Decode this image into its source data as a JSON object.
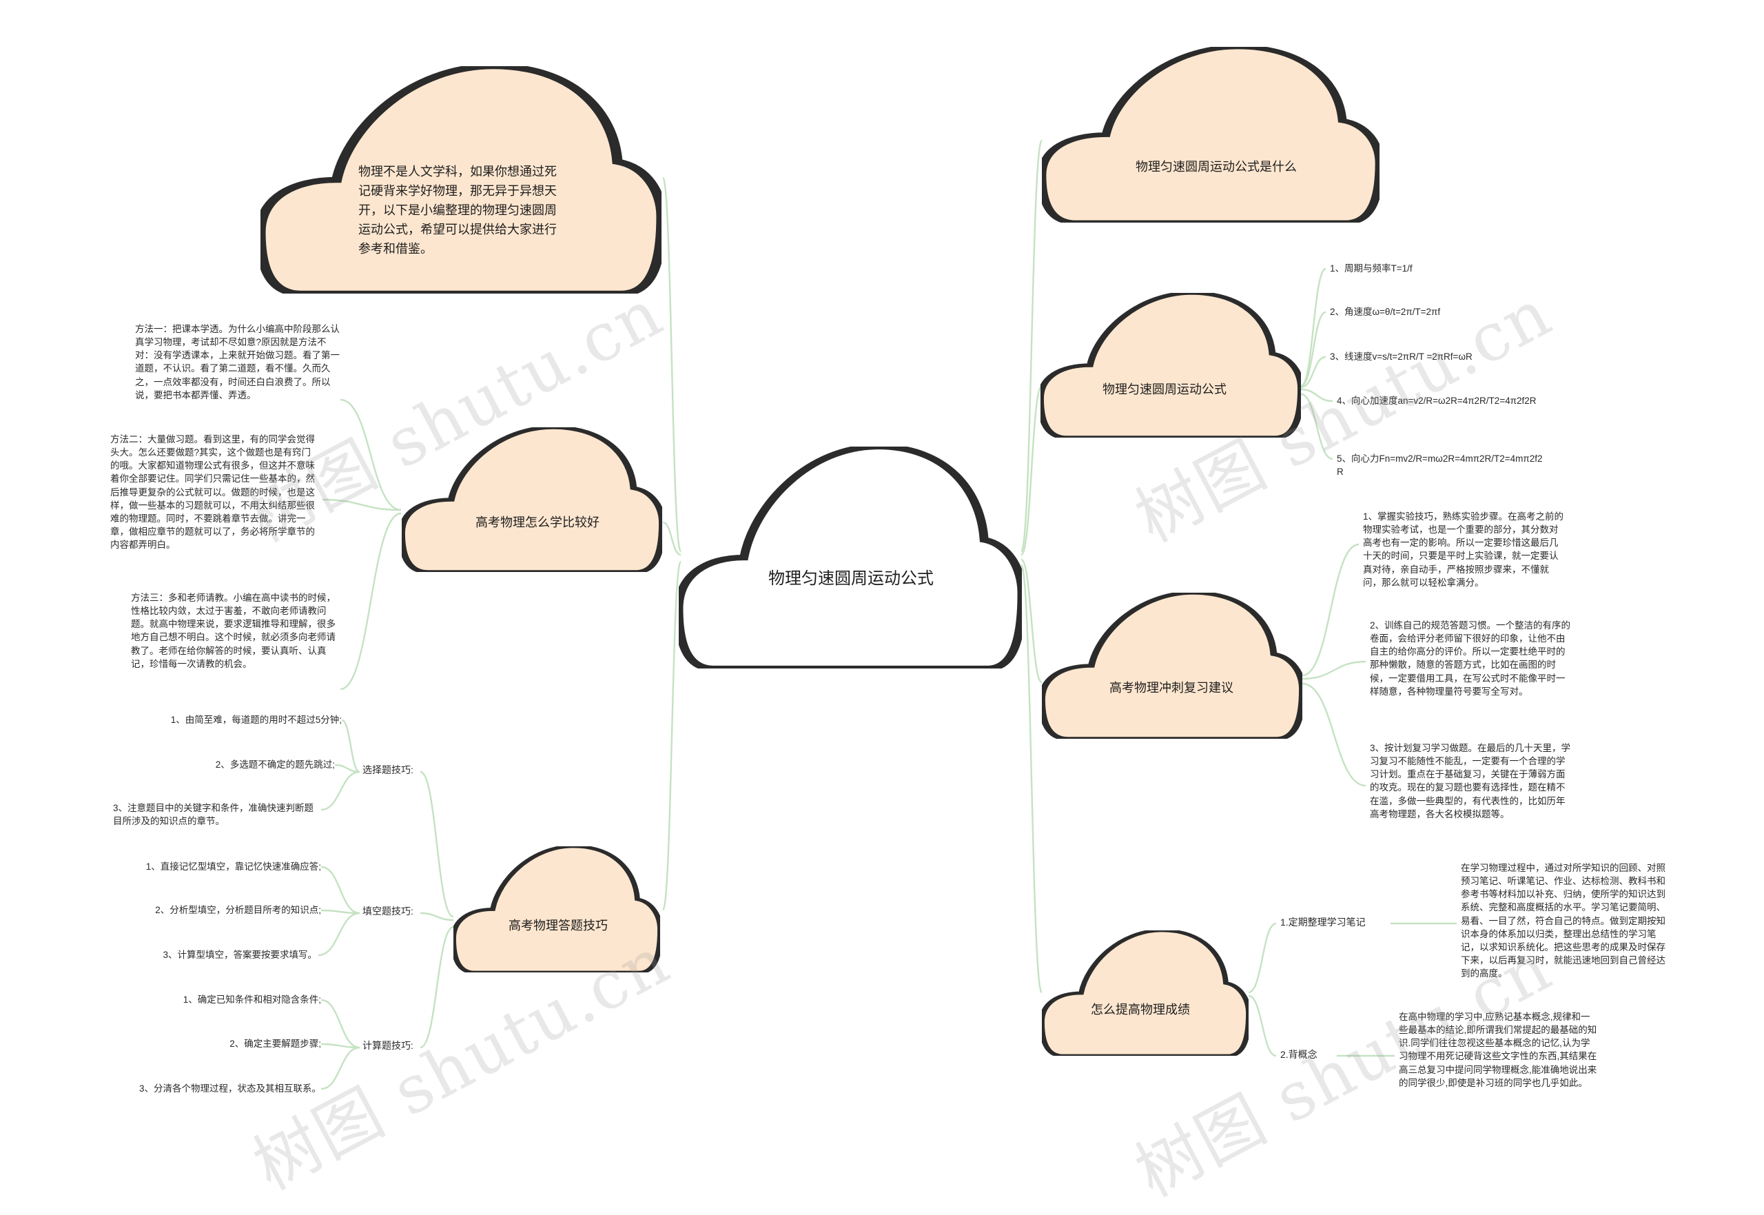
{
  "central": {
    "title": "物理匀速圆周运动公式"
  },
  "intro": {
    "text": "物理不是人文学科，如果你想通过死记硬背来学好物理，那无异于异想天开，以下是小编整理的物理匀速圆周运动公式，希望可以提供给大家进行参考和借鉴。"
  },
  "topics": {
    "study": {
      "title": "高考物理怎么学比较好",
      "methods": [
        "方法一：把课本学透。为什么小编高中阶段那么认真学习物理，考试却不尽如意?原因就是方法不对：没有学透课本，上来就开始做习题。看了第一道题，不认识。看了第二道题，看不懂。久而久之，一点效率都没有，时间还白白浪费了。所以说，要把书本都弄懂、弄透。",
        "方法二：大量做习题。看到这里，有的同学会觉得头大。怎么还要做题?其实，这个做题也是有窍门的哦。大家都知道物理公式有很多，但这并不意味着你全部要记住。同学们只需记住一些基本的，然后推导更复杂的公式就可以。做题的时候，也是这样，做一些基本的习题就可以，不用太纠结那些很难的物理题。同时，不要跳着章节去做。讲完一章，做相应章节的题就可以了，务必将所学章节的内容都弄明白。",
        "方法三：多和老师请教。小编在高中读书的时候，性格比较内敛，太过于害羞，不敢向老师请教问题。就高中物理来说，要求逻辑推导和理解，很多地方自己想不明白。这个时候，就必须多向老师请教了。老师在给你解答的时候，要认真听、认真记，珍惜每一次请教的机会。"
      ]
    },
    "answer": {
      "title": "高考物理答题技巧",
      "groups": [
        {
          "label": "选择题技巧:",
          "items": [
            "1、由简至难，每道题的用时不超过5分钟;",
            "2、多选题不确定的题先跳过;",
            "3、注意题目中的关键字和条件，准确快速判断题目所涉及的知识点的章节。"
          ]
        },
        {
          "label": "填空题技巧:",
          "items": [
            "1、直接记忆型填空，靠记忆快速准确应答;",
            "2、分析型填空，分析题目所考的知识点;",
            "3、计算型填空，答案要按要求填写。"
          ]
        },
        {
          "label": "计算题技巧:",
          "items": [
            "1、确定已知条件和相对隐含条件;",
            "2、确定主要解题步骤;",
            "3、分清各个物理过程，状态及其相互联系。"
          ]
        }
      ]
    },
    "what": {
      "title": "物理匀速圆周运动公式是什么"
    },
    "formula": {
      "title": "物理匀速圆周运动公式",
      "items": [
        "1、周期与频率T=1/f",
        "2、角速度ω=θ/t=2π/T=2πf",
        "3、线速度v=s/t=2πR/T =2πRf=ωR",
        "4、向心加速度an=v2/R=ω2R=4π2R/T2=4π2f2R",
        "5、向心力Fn=mv2/R=mω2R=4mπ2R/T2=4mπ2f2R"
      ]
    },
    "review": {
      "title": "高考物理冲刺复习建议",
      "items": [
        "1、掌握实验技巧，熟练实验步骤。在高考之前的物理实验考试，也是一个重要的部分，其分数对高考也有一定的影响。所以一定要珍惜这最后几十天的时间，只要是平时上实验课，就一定要认真对待，亲自动手，严格按照步骤来，不懂就问，那么就可以轻松拿满分。",
        "2、训练自己的规范答题习惯。一个整洁的有序的卷面，会给评分老师留下很好的印象，让他不由自主的给你高分的评价。所以一定要杜绝平时的那种懒散，随意的答题方式，比如在画图的时候，一定要借用工具，在写公式时不能像平时一样随意，各种物理量符号要写全写对。",
        "3、按计划复习学习做题。在最后的几十天里，学习复习不能随性不能乱，一定要有一个合理的学习计划。重点在于基础复习，关键在于薄弱方面的攻克。现在的复习题也要有选择性，题在精不在滥，多做一些典型的，有代表性的，比如历年高考物理题，各大名校模拟题等。"
      ]
    },
    "improve": {
      "title": "怎么提高物理成绩",
      "groups": [
        {
          "label": "1.定期整理学习笔记",
          "text": "在学习物理过程中，通过对所学知识的回顾、对照预习笔记、听课笔记、作业、达标检测、教科书和参考书等材料加以补充、归纳，使所学的知识达到系统、完整和高度概括的水平。学习笔记要简明、易看、一目了然，符合自己的特点。做到定期按知识本身的体系加以归类，整理出总结性的学习笔记，以求知识系统化。把这些思考的成果及时保存下来，以后再复习时，就能迅速地回到自己曾经达到的高度。"
        },
        {
          "label": "2.背概念",
          "text": "在高中物理的学习中,应熟记基本概念,规律和一些最基本的结论,即所谓我们常提起的最基础的知识.同学们往往忽视这些基本概念的记忆,认为学习物理不用死记硬背这些文字性的东西,其结果在高三总复习中提问同学物理概念,能准确地说出来的同学很少,即使是补习班的同学也几乎如此。"
        }
      ]
    }
  },
  "watermark": {
    "text": "树图 shutu.cn"
  },
  "colors": {
    "cloud_fill": "#fde6cf",
    "cloud_stroke": "#2b2b2b",
    "link": "#c5e2c2"
  }
}
